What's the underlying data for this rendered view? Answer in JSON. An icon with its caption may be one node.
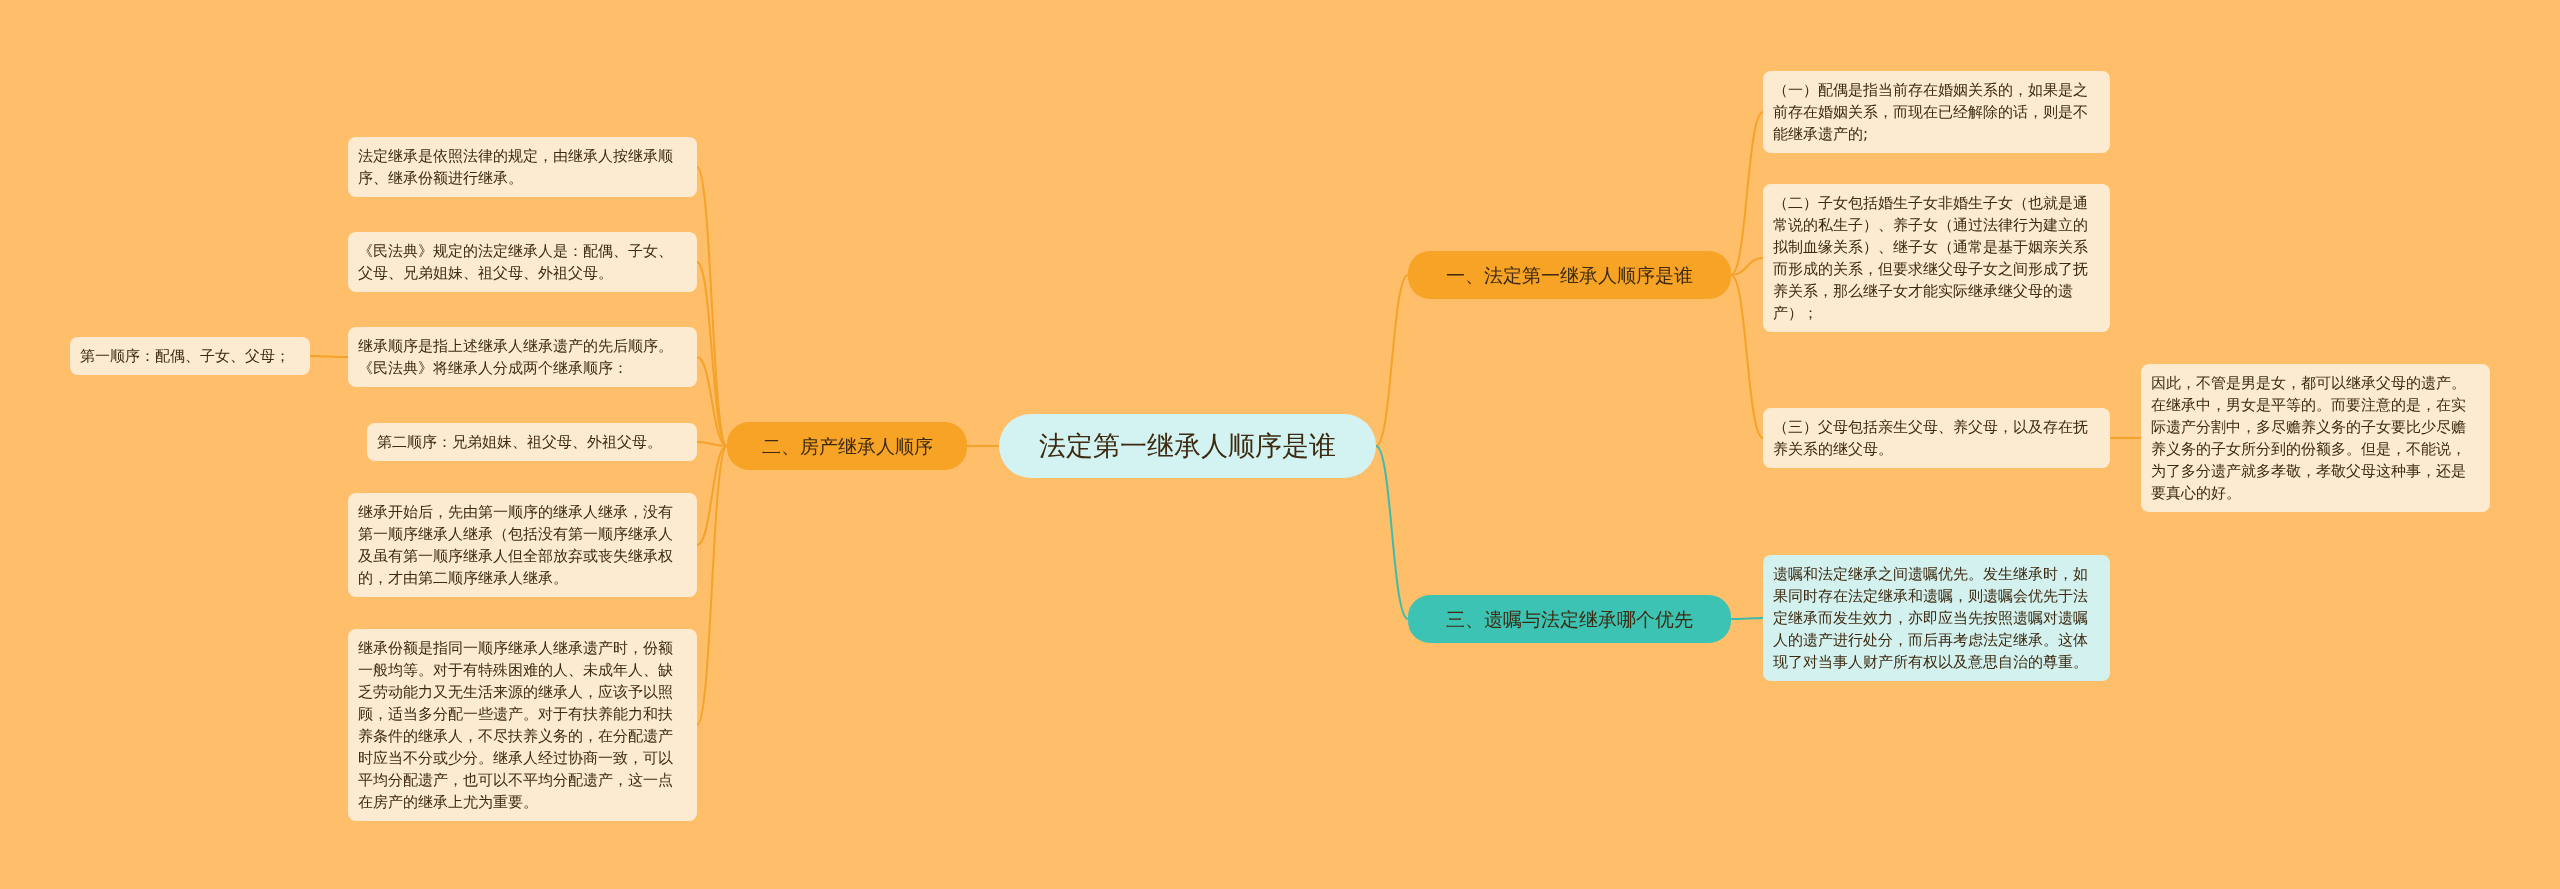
{
  "diagram": {
    "nodes": [
      {
        "text": [
          "法定第一继承人顺序是谁"
        ]
      },
      {
        "text": [
          "一、法定第一继承人顺序是谁"
        ]
      },
      {
        "text": [
          "（一）配偶是指当前存在婚姻关系的，如果是之前存在婚姻关系，而现在已经解除的话，则是不能继承遗产的;"
        ]
      },
      {
        "text": [
          "（二）子女包括婚生子女非婚生子女（也就是通常说的私生子）、养子女（通过法律行为建立的拟制血缘关系）、继子女（通常是基于姻亲关系而形成的关系，但要求继父母子女之间形成了抚养关系，那么继子女才能实际继承继父母的遗产）；"
        ]
      },
      {
        "text": [
          "（三）父母包括亲生父母、养父母，以及存在抚养关系的继父母。"
        ]
      },
      {
        "text": [
          "因此，不管是男是女，都可以继承父母的遗产。在继承中，男女是平等的。而要注意的是，在实际遗产分割中，多尽赡养义务的子女要比少尽赡养义务的子女所分到的份额多。但是，不能说，为了多分遗产就多孝敬，孝敬父母这种事，还是要真心的好。"
        ]
      },
      {
        "text": [
          "三、遗嘱与法定继承哪个优先"
        ]
      },
      {
        "text": [
          "遗嘱和法定继承之间遗嘱优先。发生继承时，如果同时存在法定继承和遗嘱，则遗嘱会优先于法定继承而发生效力，亦即应当先按照遗嘱对遗嘱人的遗产进行处分，而后再考虑法定继承。这体现了对当事人财产所有权以及意思自治的尊重。"
        ]
      },
      {
        "text": [
          "二、房产继承人顺序"
        ]
      },
      {
        "text": [
          "法定继承是依照法律的规定，由继承人按继承顺序、继承份额进行继承。"
        ]
      },
      {
        "text": [
          "《民法典》规定的法定继承人是：配偶、子女、父母、兄弟姐妹、祖父母、外祖父母。"
        ]
      },
      {
        "text": [
          "继承顺序是指上述继承人继承遗产的先后顺序。《民法典》将继承人分成两个继承顺序："
        ]
      },
      {
        "text": [
          "第二顺序：兄弟姐妹、祖父母、外祖父母。"
        ]
      },
      {
        "text": [
          "继承开始后，先由第一顺序的继承人继承，没有第一顺序继承人继承（包括没有第一顺序继承人及虽有第一顺序继承人但全部放弃或丧失继承权的，才由第二顺序继承人继承。"
        ]
      },
      {
        "text": [
          "继承份额是指同一顺序继承人继承遗产时，份额一般均等。对于有特殊困难的人、未成年人、缺乏劳动能力又无生活来源的继承人，应该予以照顾，适当多分配一些遗产。对于有扶养能力和扶养条件的继承人，不尽扶养义务的，在分配遗产时应当不分或少分。继承人经过协商一致，可以平均分配遗产，也可以不平均分配遗产，这一点在房产的继承上尤为重要。"
        ]
      },
      {
        "text": [
          "第一顺序：配偶、子女、父母；"
        ]
      }
    ],
    "edges": [
      {
        "from": 0,
        "to": 1,
        "arrow": "none"
      },
      {
        "from": 1,
        "to": 2,
        "arrow": "none"
      },
      {
        "from": 1,
        "to": 3,
        "arrow": "none"
      },
      {
        "from": 1,
        "to": 4,
        "arrow": "none"
      },
      {
        "from": 4,
        "to": 5,
        "arrow": "none"
      },
      {
        "from": 0,
        "to": 6,
        "arrow": "none",
        "color": "#3bbcae"
      },
      {
        "from": 6,
        "to": 7,
        "arrow": "none",
        "color": "#3bbcae"
      },
      {
        "from": 0,
        "to": 8,
        "arrow": "none"
      },
      {
        "from": 8,
        "to": 9,
        "arrow": "none"
      },
      {
        "from": 8,
        "to": 10,
        "arrow": "none"
      },
      {
        "from": 8,
        "to": 11,
        "arrow": "none"
      },
      {
        "from": 8,
        "to": 12,
        "arrow": "none"
      },
      {
        "from": 8,
        "to": 13,
        "arrow": "none"
      },
      {
        "from": 8,
        "to": 14,
        "arrow": "none"
      },
      {
        "from": 11,
        "to": 15,
        "arrow": "none"
      }
    ]
  }
}
